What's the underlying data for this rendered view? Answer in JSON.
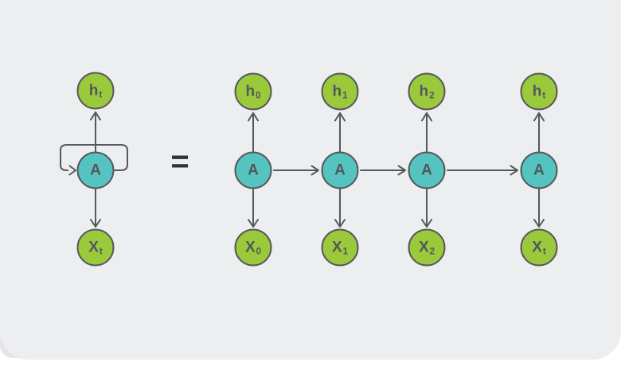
{
  "colors": {
    "page": "#ffffff",
    "card": "#edeef0",
    "backdrop": "#e3e5e8",
    "green": "#9aca3b",
    "teal": "#55c4c1",
    "stroke": "#55585c",
    "text": "#54575b",
    "equals": "#2f3337"
  },
  "equals": "=",
  "rolled": {
    "h": {
      "main": "h",
      "sub": "t"
    },
    "a": {
      "label": "A"
    },
    "x": {
      "main": "X",
      "sub": "t"
    }
  },
  "unrolled": {
    "columns": [
      {
        "h": {
          "main": "h",
          "sub": "0"
        },
        "a": {
          "label": "A"
        },
        "x": {
          "main": "X",
          "sub": "0"
        }
      },
      {
        "h": {
          "main": "h",
          "sub": "1"
        },
        "a": {
          "label": "A"
        },
        "x": {
          "main": "X",
          "sub": "1"
        }
      },
      {
        "h": {
          "main": "h",
          "sub": "2"
        },
        "a": {
          "label": "A"
        },
        "x": {
          "main": "X",
          "sub": "2"
        }
      },
      {
        "h": {
          "main": "h",
          "sub": "t"
        },
        "a": {
          "label": "A"
        },
        "x": {
          "main": "X",
          "sub": "t"
        }
      }
    ]
  }
}
